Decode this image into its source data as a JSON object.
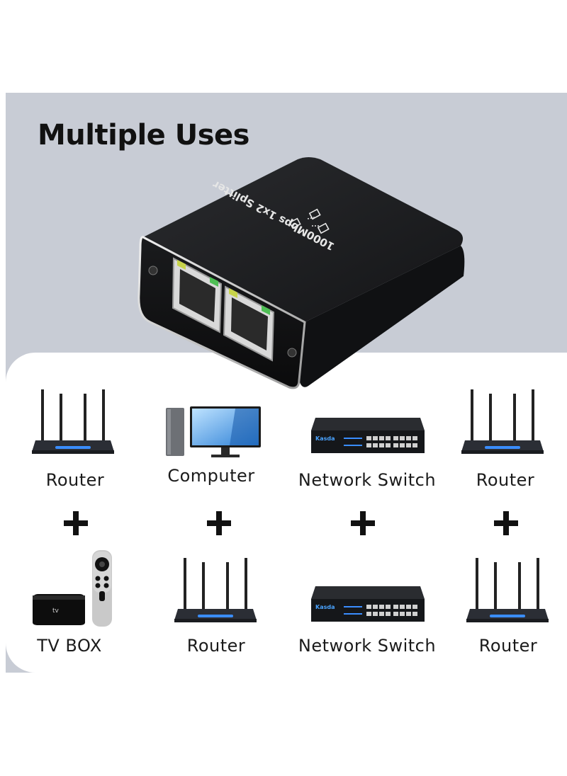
{
  "title": "Multiple Uses",
  "device": {
    "model_text": "1000Mbps 1x2 Splitter"
  },
  "pairs": [
    {
      "top": {
        "label": "Router",
        "icon": "router-icon"
      },
      "bottom": {
        "label": "TV BOX",
        "icon": "tv-box-icon"
      }
    },
    {
      "top": {
        "label": "Computer",
        "icon": "computer-icon"
      },
      "bottom": {
        "label": "Router",
        "icon": "router-icon"
      }
    },
    {
      "top": {
        "label": "Network Switch",
        "icon": "network-switch-icon",
        "brand": "Kasda"
      },
      "bottom": {
        "label": "Network Switch",
        "icon": "network-switch-icon",
        "brand": "Kasda"
      }
    },
    {
      "top": {
        "label": "Router",
        "icon": "router-icon"
      },
      "bottom": {
        "label": "Router",
        "icon": "router-icon"
      }
    }
  ],
  "apple_tv_text": "tv",
  "colors": {
    "panel": "#c8ccd5",
    "card": "#ffffff",
    "device": "#1b1c1e",
    "accent": "#2f7df6"
  }
}
